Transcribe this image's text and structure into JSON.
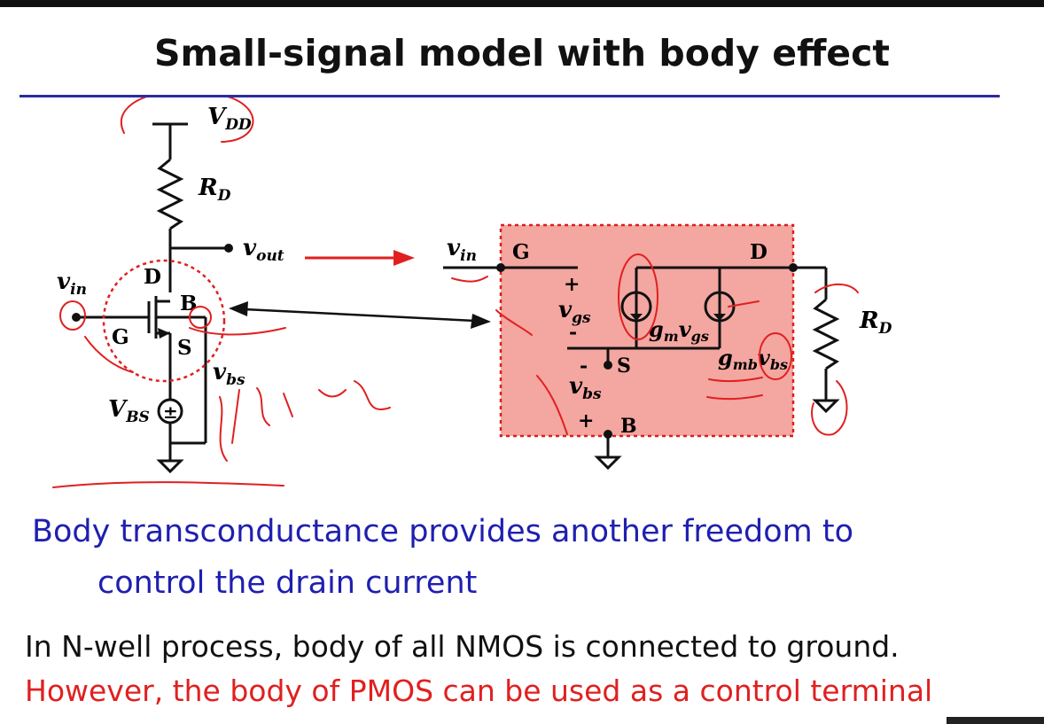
{
  "slide": {
    "title": "Small-signal model with body effect",
    "body_line1": "Body transconductance provides another freedom to",
    "body_line2": "control the drain current",
    "note_black": "In N-well process, body of all NMOS is connected to ground.",
    "note_red": "However, the body of PMOS can be used as a control terminal"
  },
  "left_circuit": {
    "vdd": "V",
    "vdd_sub": "DD",
    "rd": "R",
    "rd_sub": "D",
    "vout": "v",
    "vout_sub": "out",
    "vin": "v",
    "vin_sub": "in",
    "d": "D",
    "g": "G",
    "s": "S",
    "b": "B",
    "vbs": "v",
    "vbs_sub": "bs",
    "vbs_src": "V",
    "vbs_src_sub": "BS",
    "src_sym": "±"
  },
  "right_model": {
    "vin": "v",
    "vin_sub": "in",
    "g": "G",
    "d": "D",
    "s": "S",
    "b": "B",
    "plus_top": "+",
    "minus_top": "-",
    "minus_bot": "-",
    "plus_bot": "+",
    "vgs": "v",
    "vgs_sub": "gs",
    "vbs": "v",
    "vbs_sub": "bs",
    "gm_a": "g",
    "gm_a_sub": "m",
    "gm_b": "v",
    "gm_b_sub": "gs",
    "gmb_a": "g",
    "gmb_a_sub": "mb",
    "gmb_b": "v",
    "gmb_b_sub": "bs",
    "rd": "R",
    "rd_sub": "D"
  },
  "colors": {
    "title_rule": "#2c2ca0",
    "blue_text": "#1f1fb0",
    "red_text": "#e02020",
    "model_fill": "#f4a6a0",
    "annotation": "#e02020"
  }
}
